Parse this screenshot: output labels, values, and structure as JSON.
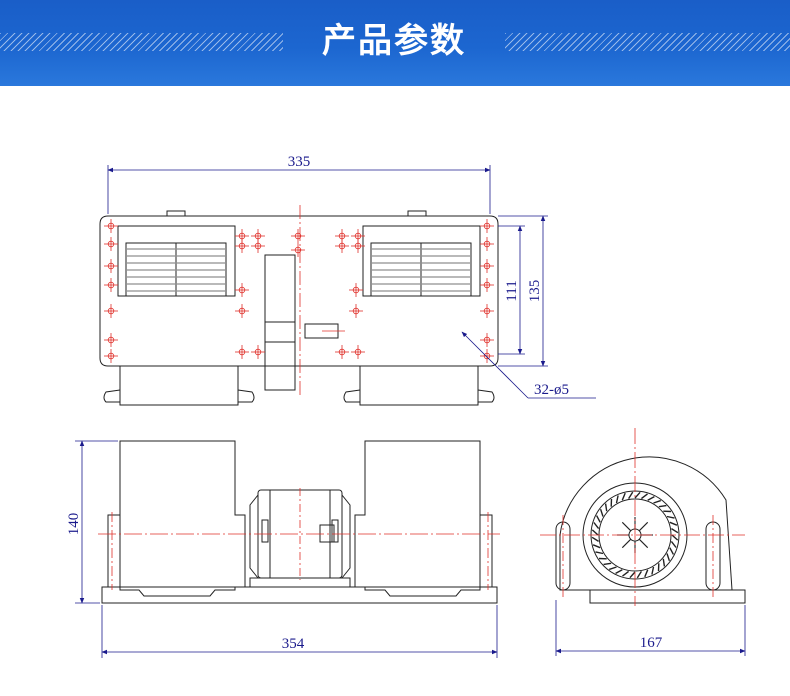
{
  "banner": {
    "title": "产品参数",
    "background_color": "#1c66d0",
    "text_color": "#ffffff"
  },
  "drawing": {
    "line_color": "#222222",
    "centerline_color": "#e0302a",
    "dimension_color": "#1a1a8c",
    "top_view": {
      "width_label": "335",
      "height_label_inner": "111",
      "height_label_outer": "135",
      "hole_label": "32-ø5"
    },
    "front_view": {
      "height_label": "140",
      "width_label": "354"
    },
    "side_view": {
      "width_label": "167"
    }
  }
}
